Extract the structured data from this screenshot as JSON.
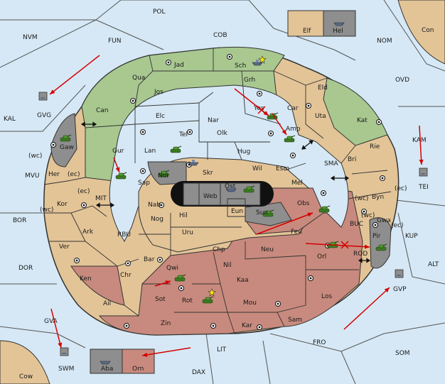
{
  "colors": {
    "sea": "#d6e8f5",
    "green": "#a8c890",
    "tan": "#e3c497",
    "red": "#c88a7e",
    "grey": "#8e8e8e",
    "arrow": "#d40000",
    "border": "#333333"
  },
  "sea_zones": [
    {
      "id": "pol",
      "label": "POL"
    },
    {
      "id": "nvm",
      "label": "NVM"
    },
    {
      "id": "fun",
      "label": "FUN"
    },
    {
      "id": "cob",
      "label": "COB"
    },
    {
      "id": "nom",
      "label": "NOM"
    },
    {
      "id": "con",
      "label": "Con"
    },
    {
      "id": "ovd",
      "label": "OVD"
    },
    {
      "id": "kal",
      "label": "KAL"
    },
    {
      "id": "kam",
      "label": "KAM"
    },
    {
      "id": "mvu",
      "label": "MVU"
    },
    {
      "id": "bor",
      "label": "BOR"
    },
    {
      "id": "dor",
      "label": "DOR"
    },
    {
      "id": "mit",
      "label": "MIT"
    },
    {
      "id": "rbu",
      "label": "RBU"
    },
    {
      "id": "sma",
      "label": "SMA"
    },
    {
      "id": "buc",
      "label": "BUC"
    },
    {
      "id": "rod",
      "label": "ROD"
    },
    {
      "id": "kup",
      "label": "KUP"
    },
    {
      "id": "alt",
      "label": "ALT"
    },
    {
      "id": "gva",
      "label": "GVA"
    },
    {
      "id": "fro",
      "label": "FRO"
    },
    {
      "id": "som",
      "label": "SOM"
    },
    {
      "id": "lit",
      "label": "LIT"
    },
    {
      "id": "dax",
      "label": "DAX"
    },
    {
      "id": "cow",
      "label": "Cow"
    }
  ],
  "provinces": [
    {
      "id": "jad",
      "label": "Jad"
    },
    {
      "id": "sch",
      "label": "Sch"
    },
    {
      "id": "qua",
      "label": "Qua"
    },
    {
      "id": "jos",
      "label": "Jos"
    },
    {
      "id": "grh",
      "label": "Grh"
    },
    {
      "id": "eld",
      "label": "Eld"
    },
    {
      "id": "can",
      "label": "Can"
    },
    {
      "id": "elc",
      "label": "Elc"
    },
    {
      "id": "nar",
      "label": "Nar"
    },
    {
      "id": "yes",
      "label": "Yes"
    },
    {
      "id": "car",
      "label": "Car"
    },
    {
      "id": "uta",
      "label": "Uta"
    },
    {
      "id": "kat",
      "label": "Kat"
    },
    {
      "id": "tel",
      "label": "Tel"
    },
    {
      "id": "olk",
      "label": "Olk"
    },
    {
      "id": "amp",
      "label": "Amp"
    },
    {
      "id": "gur",
      "label": "Gur"
    },
    {
      "id": "lan",
      "label": "Lan"
    },
    {
      "id": "hug",
      "label": "Hug"
    },
    {
      "id": "rie",
      "label": "Rie"
    },
    {
      "id": "bri",
      "label": "Bri"
    },
    {
      "id": "gaw",
      "label": "Gaw"
    },
    {
      "id": "her",
      "label": "Her"
    },
    {
      "id": "nor",
      "label": "Nor"
    },
    {
      "id": "wil",
      "label": "Wil"
    },
    {
      "id": "esm",
      "label": "Esm"
    },
    {
      "id": "sap",
      "label": "Sap"
    },
    {
      "id": "skr",
      "label": "Skr"
    },
    {
      "id": "ost",
      "label": "Ost"
    },
    {
      "id": "web",
      "label": "Web"
    },
    {
      "id": "mel",
      "label": "Mel"
    },
    {
      "id": "byn",
      "label": "Byn"
    },
    {
      "id": "kor",
      "label": "Kor"
    },
    {
      "id": "nab",
      "label": "Nab"
    },
    {
      "id": "obs",
      "label": "Obs"
    },
    {
      "id": "eun",
      "label": "Eun"
    },
    {
      "id": "sun",
      "label": "Sun"
    },
    {
      "id": "gwa",
      "label": "Gwa"
    },
    {
      "id": "hil",
      "label": "Hil"
    },
    {
      "id": "nog",
      "label": "Nog"
    },
    {
      "id": "ark",
      "label": "Ark"
    },
    {
      "id": "uru",
      "label": "Uru"
    },
    {
      "id": "feu",
      "label": "Feu"
    },
    {
      "id": "pir",
      "label": "Pir"
    },
    {
      "id": "ver",
      "label": "Ver"
    },
    {
      "id": "chp",
      "label": "Chp"
    },
    {
      "id": "neu",
      "label": "Neu"
    },
    {
      "id": "orl",
      "label": "Orl"
    },
    {
      "id": "bar",
      "label": "Bar"
    },
    {
      "id": "qwi",
      "label": "Qwi"
    },
    {
      "id": "nil",
      "label": "Nil"
    },
    {
      "id": "ken",
      "label": "Ken"
    },
    {
      "id": "chr",
      "label": "Chr"
    },
    {
      "id": "kaa",
      "label": "Kaa"
    },
    {
      "id": "sot",
      "label": "Sot"
    },
    {
      "id": "rot",
      "label": "Rot"
    },
    {
      "id": "los",
      "label": "Los"
    },
    {
      "id": "ail",
      "label": "Ail"
    },
    {
      "id": "mou",
      "label": "Mou"
    },
    {
      "id": "zin",
      "label": "Zin"
    },
    {
      "id": "kar",
      "label": "Kar"
    },
    {
      "id": "sam",
      "label": "Sam"
    }
  ],
  "coasts": [
    "(wc)",
    "(ec)",
    "(ec)",
    "(wc)",
    "(wc)",
    "(ec)",
    "(wc)",
    "(ec)"
  ],
  "home_boxes": [
    {
      "id": "elf",
      "label": "Elf"
    },
    {
      "id": "hel",
      "label": "Hel"
    },
    {
      "id": "aba",
      "label": "Aba"
    },
    {
      "id": "orn",
      "label": "Orn"
    }
  ],
  "island_units": [
    {
      "id": "gvg",
      "label": "GVG"
    },
    {
      "id": "tei",
      "label": "TEI"
    },
    {
      "id": "gvp",
      "label": "GVP"
    },
    {
      "id": "swm",
      "label": "SWM"
    }
  ]
}
